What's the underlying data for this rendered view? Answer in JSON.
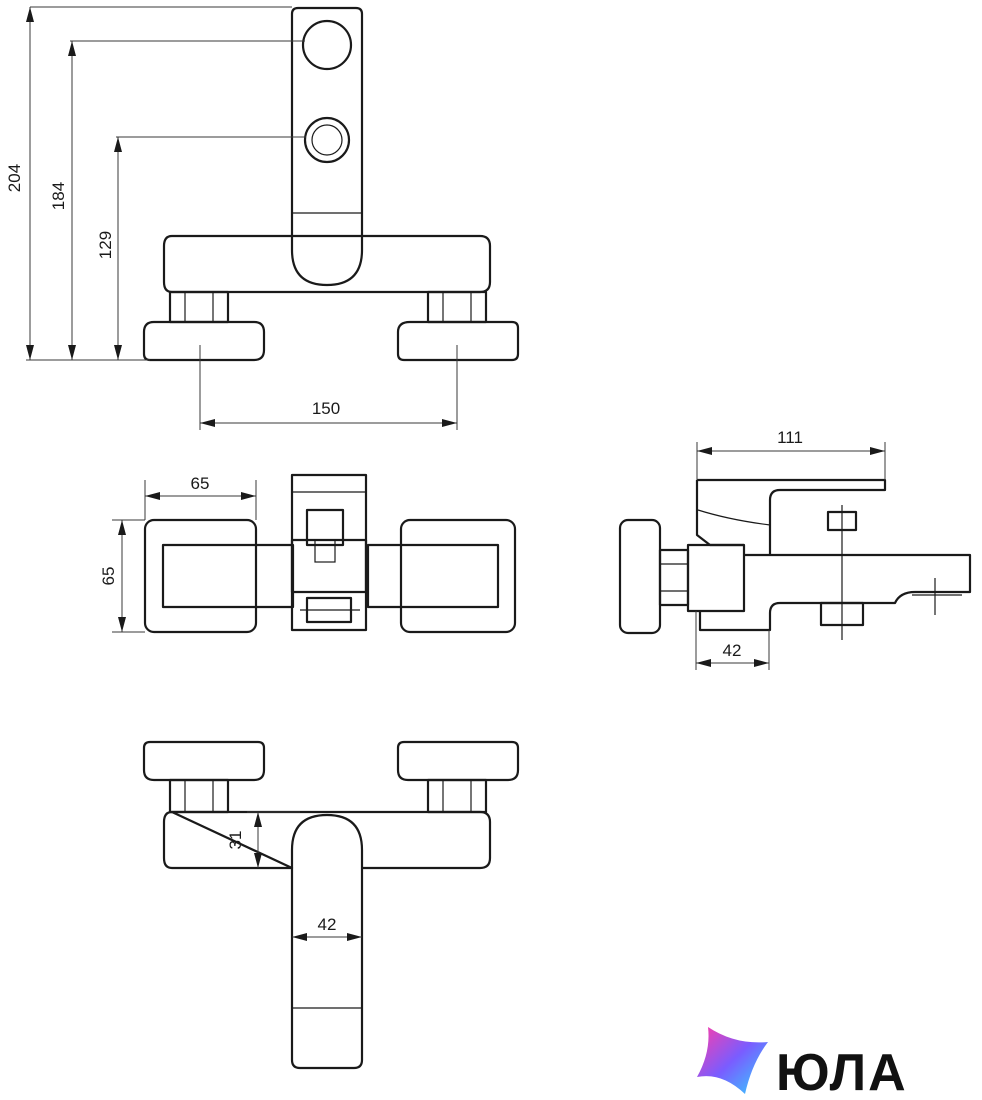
{
  "dimensions": {
    "front_total_height": "204",
    "front_upper_ring_height": "184",
    "front_lower_ring_height": "129",
    "front_connection_spacing": "150",
    "top_flange_width": "65",
    "top_flange_height": "65",
    "side_depth": "111",
    "side_body_depth": "42",
    "bottom_body_height": "31",
    "bottom_handle_width": "42"
  },
  "logo": {
    "text": "ЮЛА",
    "gradient": [
      "#ff3da8",
      "#7a5cff",
      "#2fd6ff"
    ]
  }
}
